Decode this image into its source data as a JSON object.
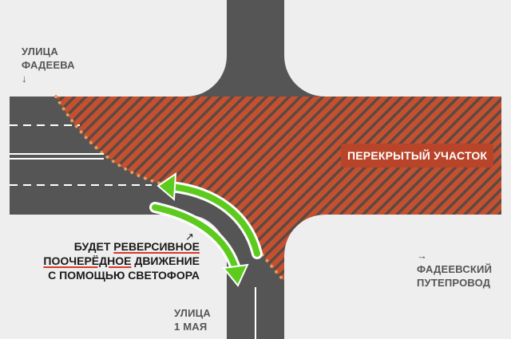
{
  "labels": {
    "fadeeva_line1": "УЛИЦА",
    "fadeeva_line2": "ФАДЕЕВА",
    "fadeeva_arrow": "↓",
    "maya_line1": "УЛИЦА",
    "maya_line2": "1 МАЯ",
    "overpass_arrow": "→",
    "overpass_line1": "ФАДЕЕВСКИЙ",
    "overpass_line2": "ПУТЕПРОВОД"
  },
  "closed_area": {
    "label": "ПЕРЕКРЫТЫЙ УЧАСТОК"
  },
  "note": {
    "line1_prefix": "БУДЕТ ",
    "line1_highlight": "РЕВЕРСИВНОЕ",
    "line2_highlight": "ПООЧЕРЁДНОЕ",
    "line2_suffix": " ДВИЖЕНИЕ",
    "line3": "С ПОМОЩЬЮ СВЕТОФОРА",
    "arrow": "↗"
  },
  "colors": {
    "background": "#eeeeee",
    "road": "#555555",
    "closed_fill": "#c4502f",
    "closed_stripe": "#555555",
    "boundary_dots": "#e69a5a",
    "arrow_green": "#5ccb1e",
    "underline_red": "#d63a2a"
  }
}
